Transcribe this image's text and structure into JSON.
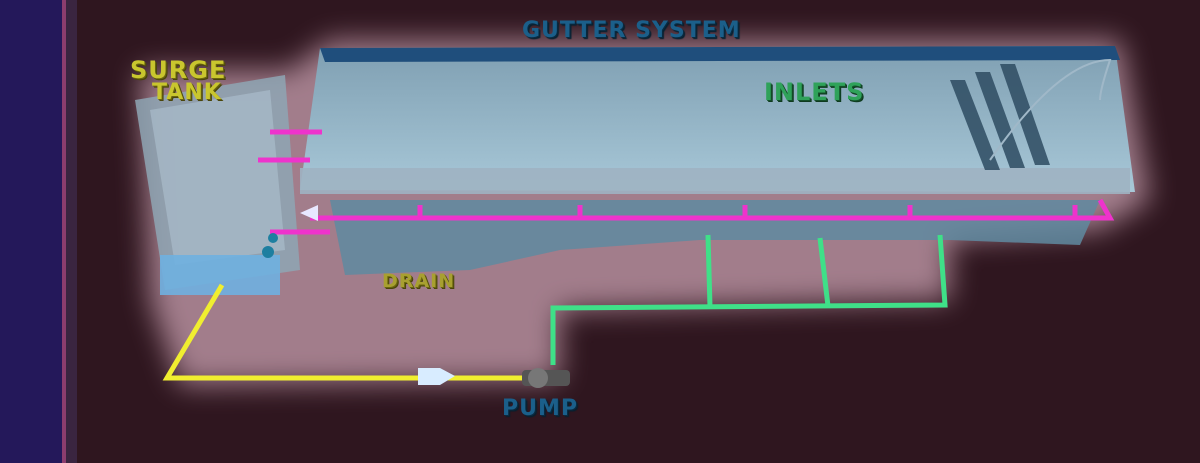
{
  "labels": {
    "surge_tank_line1": "SURGE",
    "surge_tank_line2": "TANK",
    "gutter_system": "GUTTER SYSTEM",
    "inlets": "INLETS",
    "drain": "DRAIN",
    "pump": "PUMP"
  },
  "colors": {
    "background": "#2f161f",
    "sidebar": "#24185a",
    "return_pipe": "#ee33cc",
    "suction_pipe": "#f0ee30",
    "inlet_pipe": "#3fe088",
    "water": "#8fb4c8"
  }
}
